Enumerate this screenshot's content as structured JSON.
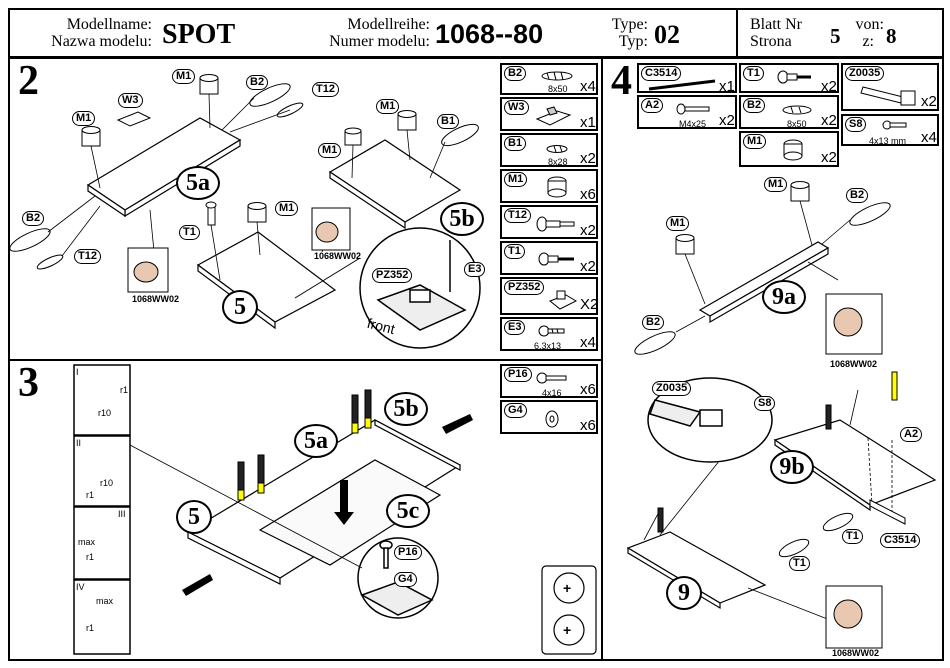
{
  "header": {
    "model_label_de": "Modellname:",
    "model_label_pl": "Nazwa modelu:",
    "model_name": "SPOT",
    "series_label_de": "Modellreihe:",
    "series_label_pl": "Numer modelu:",
    "series_number": "1068--80",
    "type_label_de": "Type:",
    "type_label_pl": "Typ:",
    "type_value": "02",
    "sheet_label_de": "Blatt Nr",
    "sheet_label_pl": "Strona",
    "sheet_number": "5",
    "of_label_de": "von:",
    "of_label_pl": "z:",
    "sheet_total": "8"
  },
  "sections": {
    "s2": "2",
    "s3": "3",
    "s4": "4"
  },
  "parts_step2": [
    {
      "code": "B2",
      "spec": "8x50",
      "qty": "x4"
    },
    {
      "code": "W3",
      "spec": "",
      "qty": "x1"
    },
    {
      "code": "B1",
      "spec": "8x28",
      "qty": "x2"
    },
    {
      "code": "M1",
      "spec": "",
      "qty": "x6"
    },
    {
      "code": "T12",
      "spec": "",
      "qty": "x2"
    },
    {
      "code": "T1",
      "spec": "",
      "qty": "x2"
    },
    {
      "code": "PZ352",
      "spec": "",
      "qty": "X2"
    },
    {
      "code": "E3",
      "spec": "6,3x13",
      "qty": "x4"
    }
  ],
  "parts_step3": [
    {
      "code": "P16",
      "spec": "4x16",
      "qty": "x6"
    },
    {
      "code": "G4",
      "spec": "",
      "qty": "x6"
    }
  ],
  "parts_step4": [
    {
      "code": "C3514",
      "spec": "",
      "qty": "x1"
    },
    {
      "code": "T1",
      "spec": "",
      "qty": "x2"
    },
    {
      "code": "Z0035",
      "spec": "",
      "qty": "x2"
    },
    {
      "code": "A2",
      "spec": "M4x25",
      "qty": "x2"
    },
    {
      "code": "B2",
      "spec": "8x50",
      "qty": "x2"
    },
    {
      "code": "S8",
      "spec": "4x13 mm",
      "qty": "x4"
    },
    {
      "code": "M1",
      "spec": "",
      "qty": "x2"
    }
  ],
  "diagram": {
    "panel_5a": "5a",
    "panel_5b": "5b",
    "panel_5": "5",
    "panel_5c": "5c",
    "panel_9a": "9a",
    "panel_9b": "9b",
    "panel_9": "9",
    "front_label": "front",
    "hand_code": "1068WW02",
    "s2_tags": {
      "M1a": "M1",
      "B2a": "B2",
      "T12a": "T12",
      "W3": "W3",
      "M1b": "M1",
      "B2b": "B2",
      "T12b": "T12",
      "M1c": "M1",
      "M1d": "M1",
      "B1": "B1",
      "T1": "T1",
      "M1e": "M1",
      "PZ352": "PZ352",
      "E3": "E3"
    },
    "s3_tags": {
      "P16": "P16",
      "G4": "G4"
    },
    "s3_steps": {
      "i": "I",
      "ii": "II",
      "iii": "III",
      "iv": "IV"
    },
    "s3_notes": {
      "r1": "r1",
      "r10": "r10",
      "max": "max"
    },
    "s4_tags": {
      "M1a": "M1",
      "B2a": "B2",
      "M1b": "M1",
      "B2b": "B2",
      "Z0035": "Z0035",
      "S8": "S8",
      "A2": "A2",
      "T1a": "T1",
      "C3514": "C3514",
      "T1b": "T1"
    }
  }
}
